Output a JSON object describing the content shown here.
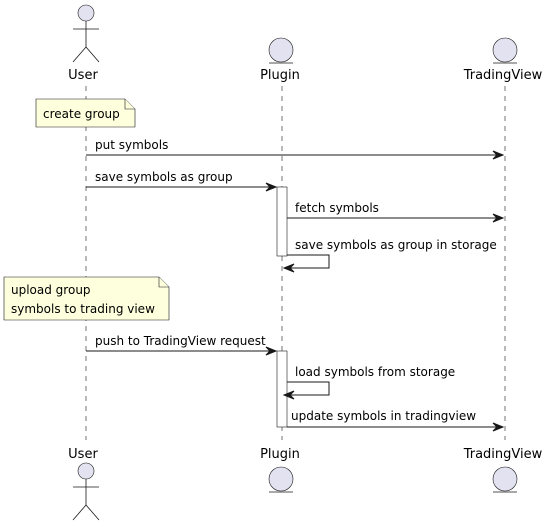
{
  "participants": [
    {
      "label": "User",
      "kind": "actor"
    },
    {
      "label": "Plugin",
      "kind": "entity"
    },
    {
      "label": "TradingView",
      "kind": "entity"
    }
  ],
  "notes": [
    {
      "lines": [
        "create group"
      ]
    },
    {
      "lines": [
        "upload group",
        "symbols to trading view"
      ]
    }
  ],
  "messages": [
    {
      "text": "put symbols",
      "from": "User",
      "to": "TradingView"
    },
    {
      "text": "save symbols as group",
      "from": "User",
      "to": "Plugin"
    },
    {
      "text": "fetch symbols",
      "from": "Plugin",
      "to": "TradingView"
    },
    {
      "text": "save symbols as group in storage",
      "from": "Plugin",
      "to": "Plugin"
    },
    {
      "text": "push to TradingView request",
      "from": "User",
      "to": "Plugin"
    },
    {
      "text": "load symbols from storage",
      "from": "Plugin",
      "to": "Plugin"
    },
    {
      "text": "update symbols in tradingview",
      "from": "Plugin",
      "to": "TradingView"
    }
  ],
  "colors": {
    "participant_fill": "#E2E2F0",
    "note_fill": "#FEFFDD",
    "line": "#181818"
  }
}
